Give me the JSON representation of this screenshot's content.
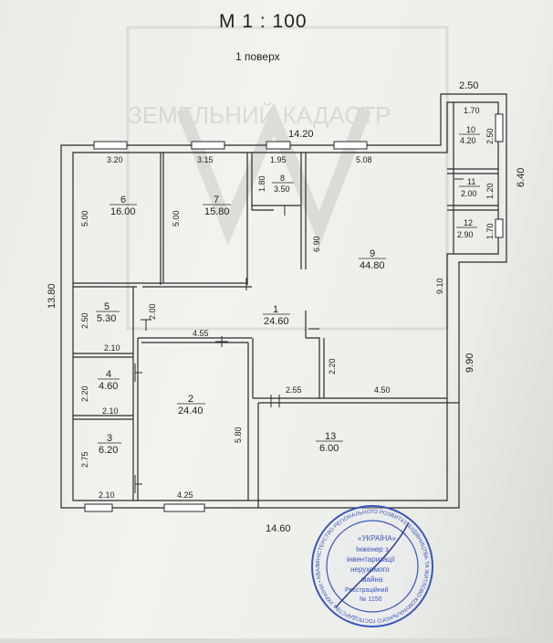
{
  "header": {
    "scale": "М 1 : 100",
    "floor": "1 поверх"
  },
  "dimensions": {
    "top_width": "14.20",
    "top_right": "2.50",
    "left_height": "13.80",
    "right_height_upper": "6.40",
    "right_height_lower": "9.90",
    "bottom_width": "14.60"
  },
  "rooms": [
    {
      "id": "1",
      "num": "1",
      "area": "24.60"
    },
    {
      "id": "2",
      "num": "2",
      "area": "24.40"
    },
    {
      "id": "3",
      "num": "3",
      "area": "6.20"
    },
    {
      "id": "4",
      "num": "4",
      "area": "4.60"
    },
    {
      "id": "5",
      "num": "5",
      "area": "5.30"
    },
    {
      "id": "6",
      "num": "6",
      "area": "16.00"
    },
    {
      "id": "7",
      "num": "7",
      "area": "15.80"
    },
    {
      "id": "8",
      "num": "8",
      "area": "3.50"
    },
    {
      "id": "9",
      "num": "9",
      "area": "44.80"
    },
    {
      "id": "10",
      "num": "10",
      "area": "4.20"
    },
    {
      "id": "11",
      "num": "11",
      "area": "2.00"
    },
    {
      "id": "12",
      "num": "12",
      "area": "2.90"
    },
    {
      "id": "13",
      "num": "13",
      "area": "6.00"
    }
  ],
  "inner_dims": {
    "r6_w": "3.20",
    "r6_h": "5.00",
    "r7_w": "3.15",
    "r7_h": "5.00",
    "r8_w": "1.95",
    "r8_h": "1.80",
    "r9_w": "5.08",
    "r9_h1": "6.90",
    "r9_h2": "9.10",
    "r10_w": "1.70",
    "r10_h": "2.50",
    "r11_h": "1.20",
    "r12_h": "1.70",
    "r5_h": "2.50",
    "r5_w": "2.10",
    "r5_h2": "2.00",
    "r1_w": "4.55",
    "r1_h": "2.20",
    "r1_w2": "2.55",
    "r9_w2": "4.50",
    "r4_h": "2.20",
    "r4_w": "2.10",
    "r3_h": "2.75",
    "r3_w": "2.10",
    "r2_h": "5.80",
    "r2_w": "4.25"
  },
  "stamp": {
    "center_lines": [
      "«УКРАЇНА»",
      "Інженер з",
      "інвентаризації",
      "нерухомого",
      "майна",
      "Реєстраційний",
      "№ 1150"
    ],
    "ring_text": "МІНІСТЕРСТВО РЕГІОНАЛЬНОГО РОЗВИТКУ, БУДІВНИЦТВА ТА ЖИТЛОВО-КОМУНАЛЬНОГО ГОСПОДАРСТВА УКРАЇНИ • КВАЛІФІКАЦІЙНИЙ СЕРТИФІКАТ"
  },
  "watermark": {
    "text": "ЗЕМЕЛЬНИЙ КАДАСТР"
  },
  "colors": {
    "ink": "#2a2a2a",
    "stamp": "#3a56b8",
    "paper": "#eff0ec"
  }
}
